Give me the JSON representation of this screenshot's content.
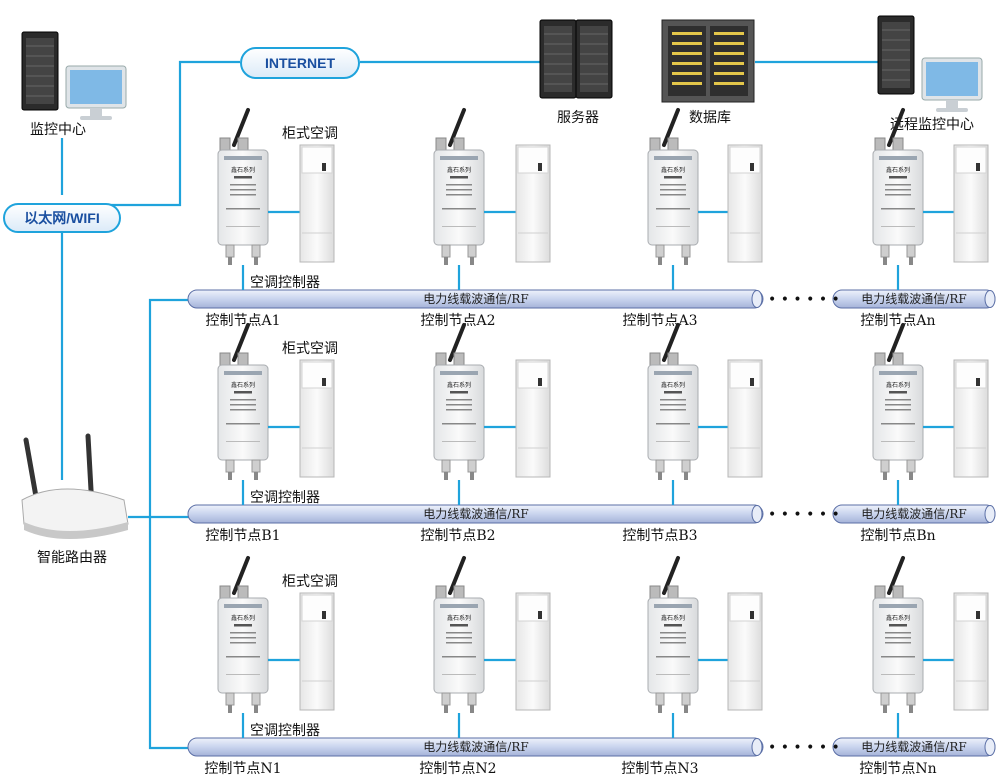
{
  "internet_label": "INTERNET",
  "ethernet_label": "以太网/WIFI",
  "monitor_center": "监控中心",
  "server": "服务器",
  "database": "数据库",
  "remote_monitor_center": "远程监控中心",
  "router": "智能路由器",
  "ac_cabinet_label": "柜式空调",
  "ac_controller_label": "空调控制器",
  "pipe_label": "电力线载波通信/RF",
  "ellipsis": "• • • • • •",
  "device": {
    "brand": "TECHCOMM",
    "series": "鑫石系列",
    "subtitle": "空调控制器",
    "company": "湖南鑫海电子股份有限公司"
  },
  "rows": [
    {
      "nodes": [
        "控制节点A1",
        "控制节点A2",
        "控制节点A3",
        "控制节点An"
      ]
    },
    {
      "nodes": [
        "控制节点B1",
        "控制节点B2",
        "控制节点B3",
        "控制节点Bn"
      ]
    },
    {
      "nodes": [
        "控制节点N1",
        "控制节点N2",
        "控制节点N3",
        "控制节点Nn"
      ]
    }
  ],
  "colors": {
    "wire": "#1fa3dc",
    "pill_text": "#1a4fa0",
    "pipe": "#c9d4ee"
  }
}
